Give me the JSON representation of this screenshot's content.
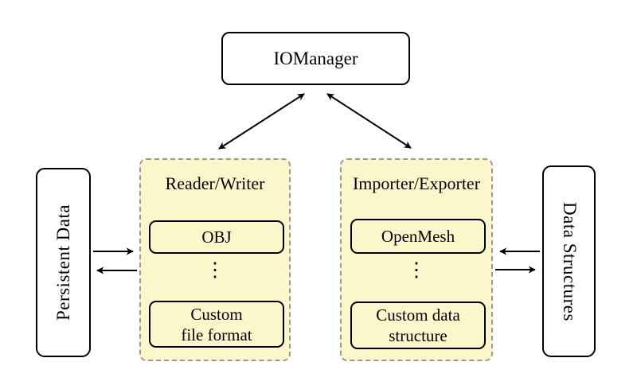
{
  "nodes": {
    "iomanager": "IOManager",
    "persistent_data": "Persistent Data",
    "data_structures": "Data Structures"
  },
  "reader_writer": {
    "title": "Reader/Writer",
    "item_top": "OBJ",
    "ellipsis": "⋮",
    "item_bottom": "Custom\nfile format"
  },
  "importer_exporter": {
    "title": "Importer/Exporter",
    "item_top": "OpenMesh",
    "ellipsis": "⋮",
    "item_bottom": "Custom data\nstructure"
  },
  "arrows": {
    "iomanager_reader_writer": "double",
    "iomanager_importer_exporter": "double",
    "persistent_data_to_reader_writer": "right",
    "reader_writer_to_persistent_data": "left",
    "data_structures_to_importer_exporter": "left",
    "importer_exporter_to_data_structures": "right"
  },
  "colors": {
    "container_fill": "#fbf7ca",
    "container_dashed_border": "#9a9a93",
    "node_border": "#000000",
    "node_fill": "#ffffff",
    "arrow_color": "#000000",
    "background": "#ffffff"
  }
}
